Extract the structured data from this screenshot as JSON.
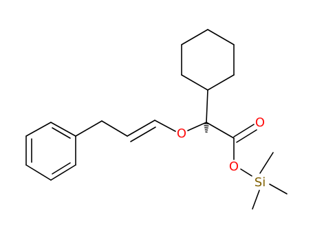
{
  "molecule": {
    "atom_labels": {
      "ether_oxygen": "O",
      "carbonyl_oxygen": "O",
      "ester_oxygen": "O",
      "silicon": "Si"
    },
    "colors": {
      "bond": "#000000",
      "oxygen": "#ff0d0d",
      "silicon": "#806000",
      "background": "#ffffff"
    }
  }
}
